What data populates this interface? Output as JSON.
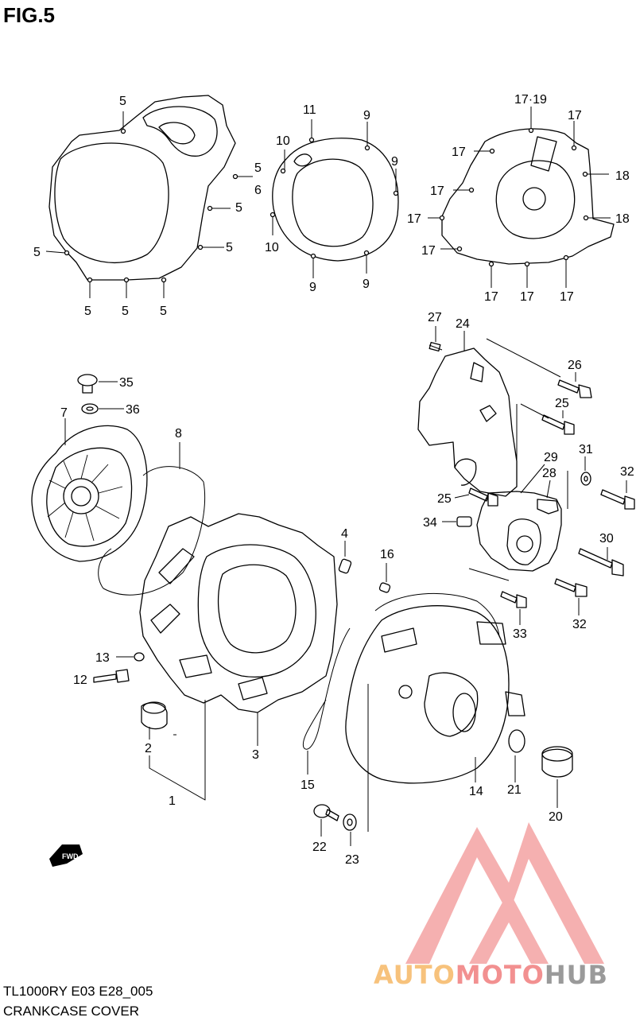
{
  "figure": {
    "title": "FIG.5",
    "model_code": "TL1000RY E03 E28_005",
    "caption": "CRANKCASE COVER"
  },
  "callouts": [
    {
      "id": "c5a",
      "text": "5"
    },
    {
      "id": "c5b",
      "text": "5"
    },
    {
      "id": "c6",
      "text": "6"
    },
    {
      "id": "c5c",
      "text": "5"
    },
    {
      "id": "c5d",
      "text": "5"
    },
    {
      "id": "c5e",
      "text": "5"
    },
    {
      "id": "c5f",
      "text": "5"
    },
    {
      "id": "c5g",
      "text": "5"
    },
    {
      "id": "c5h",
      "text": "5"
    },
    {
      "id": "c11",
      "text": "11"
    },
    {
      "id": "c9a",
      "text": "9"
    },
    {
      "id": "c10a",
      "text": "10"
    },
    {
      "id": "c9b",
      "text": "9"
    },
    {
      "id": "c10b",
      "text": "10"
    },
    {
      "id": "c9c",
      "text": "9"
    },
    {
      "id": "c9d",
      "text": "9"
    },
    {
      "id": "c1719",
      "text": "17·19"
    },
    {
      "id": "c17a",
      "text": "17"
    },
    {
      "id": "c17b",
      "text": "17"
    },
    {
      "id": "c18a",
      "text": "18"
    },
    {
      "id": "c17c",
      "text": "17"
    },
    {
      "id": "c17d",
      "text": "17"
    },
    {
      "id": "c18b",
      "text": "18"
    },
    {
      "id": "c17e",
      "text": "17"
    },
    {
      "id": "c17f",
      "text": "17"
    },
    {
      "id": "c17g",
      "text": "17"
    },
    {
      "id": "c17h",
      "text": "17"
    },
    {
      "id": "c27",
      "text": "27"
    },
    {
      "id": "c24",
      "text": "24"
    },
    {
      "id": "c26",
      "text": "26"
    },
    {
      "id": "c25a",
      "text": "25"
    },
    {
      "id": "c29",
      "text": "29"
    },
    {
      "id": "c31",
      "text": "31"
    },
    {
      "id": "c28",
      "text": "28"
    },
    {
      "id": "c32a",
      "text": "32"
    },
    {
      "id": "c25b",
      "text": "25"
    },
    {
      "id": "c34",
      "text": "34"
    },
    {
      "id": "c30",
      "text": "30"
    },
    {
      "id": "c33",
      "text": "33"
    },
    {
      "id": "c32b",
      "text": "32"
    },
    {
      "id": "c35",
      "text": "35"
    },
    {
      "id": "c36",
      "text": "36"
    },
    {
      "id": "c7",
      "text": "7"
    },
    {
      "id": "c8",
      "text": "8"
    },
    {
      "id": "c4",
      "text": "4"
    },
    {
      "id": "c16",
      "text": "16"
    },
    {
      "id": "c13",
      "text": "13"
    },
    {
      "id": "c12",
      "text": "12"
    },
    {
      "id": "c2",
      "text": "2"
    },
    {
      "id": "c3",
      "text": "3"
    },
    {
      "id": "c1",
      "text": "1"
    },
    {
      "id": "c15",
      "text": "15"
    },
    {
      "id": "c14",
      "text": "14"
    },
    {
      "id": "c21",
      "text": "21"
    },
    {
      "id": "c20",
      "text": "20"
    },
    {
      "id": "c22",
      "text": "22"
    },
    {
      "id": "c23",
      "text": "23"
    }
  ],
  "fwd_arrow": {
    "label": "FWD"
  },
  "watermark": {
    "part1": "AUTO",
    "part2": "MOTO",
    "part3": "HUB",
    "color_triangle": "#f27f7f"
  }
}
